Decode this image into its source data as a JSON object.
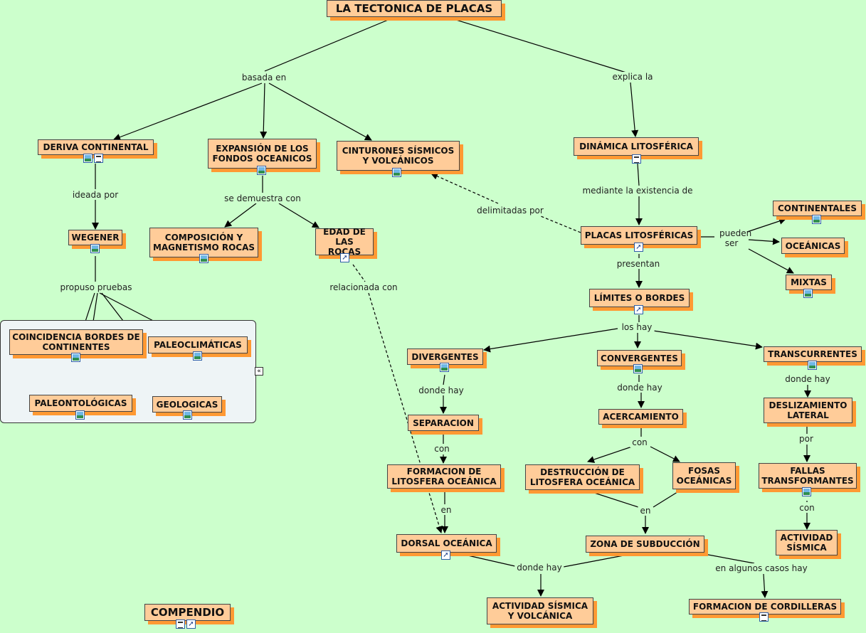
{
  "title": "LA TECTONICA DE PLACAS",
  "nodes": {
    "title": {
      "text": "LA TECTONICA DE PLACAS"
    },
    "deriva": {
      "text": "DERIVA CONTINENTAL",
      "icons": [
        "image-icon",
        "document-icon"
      ]
    },
    "expansion": {
      "text": "EXPANSIÓN DE LOS FONDOS OCEANICOS",
      "icons": [
        "image-icon"
      ]
    },
    "cinturones": {
      "text": "CINTURONES SÍSMICOS Y VOLCÁNICOS",
      "icons": [
        "image-icon"
      ]
    },
    "dinamica": {
      "text": "DINÁMICA LITOSFÉRICA",
      "icons": [
        "document-icon"
      ]
    },
    "wegener": {
      "text": "WEGENER",
      "icons": [
        "image-icon"
      ]
    },
    "composicion": {
      "text": "COMPOSICIÓN Y MAGNETISMO ROCAS",
      "icons": [
        "image-icon"
      ]
    },
    "edad": {
      "text": "EDAD DE LAS ROCAS",
      "icons": [
        "resource-icon"
      ]
    },
    "placas": {
      "text": "PLACAS LITOSFÉRICAS",
      "icons": [
        "resource-icon"
      ]
    },
    "continentales": {
      "text": "CONTINENTALES",
      "icons": [
        "image-icon"
      ]
    },
    "oceanicas": {
      "text": "OCEÁNICAS",
      "icons": []
    },
    "mixtas": {
      "text": "MIXTAS",
      "icons": [
        "image-icon"
      ]
    },
    "limites": {
      "text": "LÍMITES O BORDES",
      "icons": [
        "resource-icon"
      ]
    },
    "coincidencia": {
      "text": "COINCIDENCIA BORDES DE CONTINENTES",
      "icons": [
        "image-icon"
      ]
    },
    "paleoclimaticas": {
      "text": "PALEOCLIMÁTICAS",
      "icons": [
        "image-icon"
      ]
    },
    "paleontologicas": {
      "text": "PALEONTOLÓGICAS",
      "icons": [
        "image-icon"
      ]
    },
    "geologicas": {
      "text": "GEOLOGICAS",
      "icons": [
        "image-icon"
      ]
    },
    "divergentes": {
      "text": "DIVERGENTES",
      "icons": [
        "image-icon"
      ]
    },
    "convergentes": {
      "text": "CONVERGENTES",
      "icons": [
        "image-icon"
      ]
    },
    "transcurrentes": {
      "text": "TRANSCURRENTES",
      "icons": [
        "image-icon"
      ]
    },
    "separacion": {
      "text": "SEPARACION",
      "icons": []
    },
    "acercamiento": {
      "text": "ACERCAMIENTO",
      "icons": []
    },
    "deslizamiento": {
      "text": "DESLIZAMIENTO LATERAL",
      "icons": []
    },
    "formacion_lito": {
      "text": "FORMACION DE LITOSFERA OCEÁNICA",
      "icons": []
    },
    "destruccion": {
      "text": "DESTRUCCIÓN DE LITOSFERA OCEÁNICA",
      "icons": []
    },
    "fosas": {
      "text": "FOSAS OCEÁNICAS",
      "icons": []
    },
    "fallas": {
      "text": "FALLAS TRANSFORMANTES",
      "icons": [
        "image-icon"
      ]
    },
    "dorsal": {
      "text": "DORSAL OCEÁNICA",
      "icons": [
        "resource-icon"
      ]
    },
    "subduccion": {
      "text": "ZONA DE SUBDUCCIÓN",
      "icons": []
    },
    "actividad_sis": {
      "text": "ACTIVIDAD SÍSMICA",
      "icons": []
    },
    "actividad_sv": {
      "text": "ACTIVIDAD SÍSMICA Y VOLCÁNICA",
      "icons": []
    },
    "formacion_cord": {
      "text": "FORMACION DE CORDILLERAS",
      "icons": [
        "document-icon"
      ]
    },
    "compendio": {
      "text": "COMPENDIO",
      "icons": [
        "document-icon",
        "resource-icon"
      ]
    }
  },
  "labels": {
    "basada_en": "basada en",
    "explica_la": "explica la",
    "ideada_por": "ideada por",
    "se_demuestra_con": "se demuestra con",
    "mediante": "mediante la existencia de",
    "delimitadas_por": "delimitadas por",
    "pueden_ser": "pueden ser",
    "presentan": "presentan",
    "propuso_pruebas": "propuso pruebas",
    "relacionada_con": "relacionada con",
    "los_hay": "los hay",
    "donde_hay_div": "donde hay",
    "donde_hay_conv": "donde hay",
    "donde_hay_trans": "donde hay",
    "con_sep": "con",
    "con_acer": "con",
    "por": "por",
    "en_form": "en",
    "en_dest": "en",
    "con_fallas": "con",
    "donde_hay_dorsal": "donde hay",
    "en_algunos": "en algunos casos hay"
  },
  "group_collapse_icon": "collapse-icon"
}
